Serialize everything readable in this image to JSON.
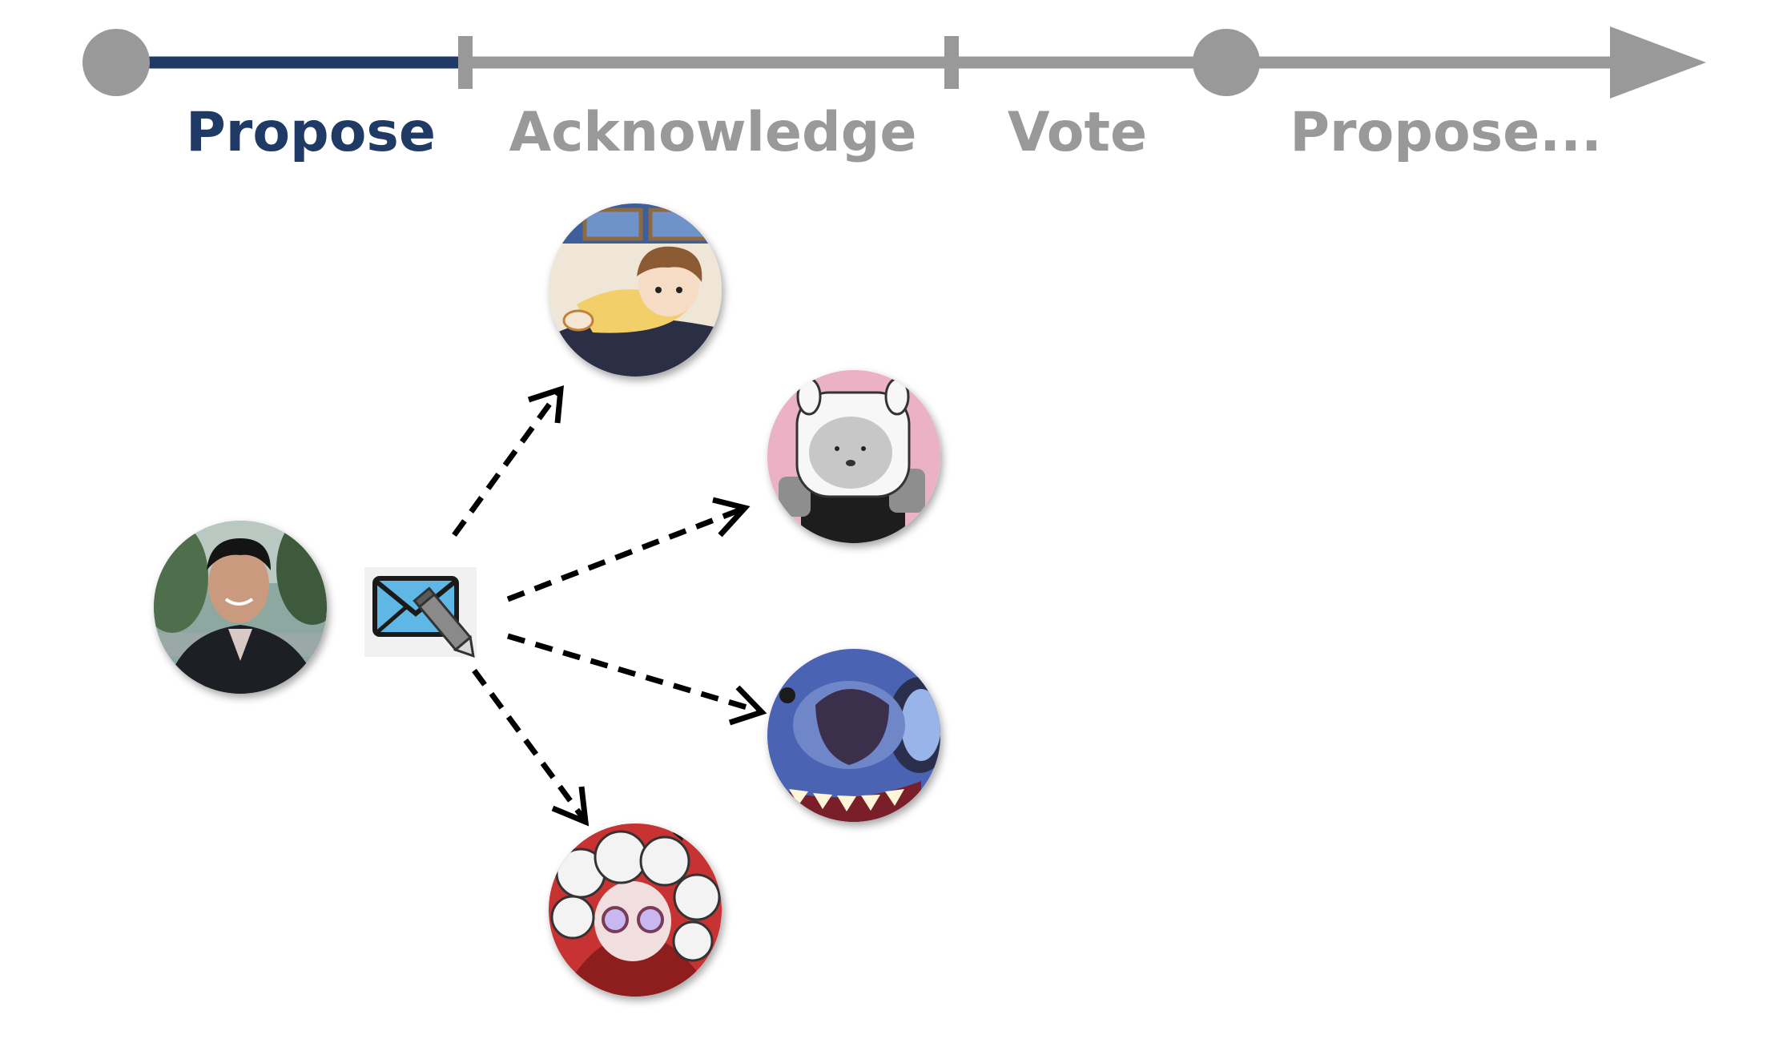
{
  "timeline": {
    "phases": [
      {
        "label": "Propose",
        "active": true
      },
      {
        "label": "Acknowledge",
        "active": false
      },
      {
        "label": "Vote",
        "active": false
      },
      {
        "label": "Propose...",
        "active": false
      }
    ],
    "colors": {
      "active": "#1F3A64",
      "inactive": "#999999"
    }
  },
  "avatars": {
    "proposer": "photo-of-smiling-man",
    "recipients": [
      "illustrated-person-in-bed",
      "cartoon-white-hooded-character",
      "cartoon-blue-alien-face",
      "illustrated-white-haired-character"
    ]
  },
  "message_icon": "envelope-with-pencil-icon"
}
